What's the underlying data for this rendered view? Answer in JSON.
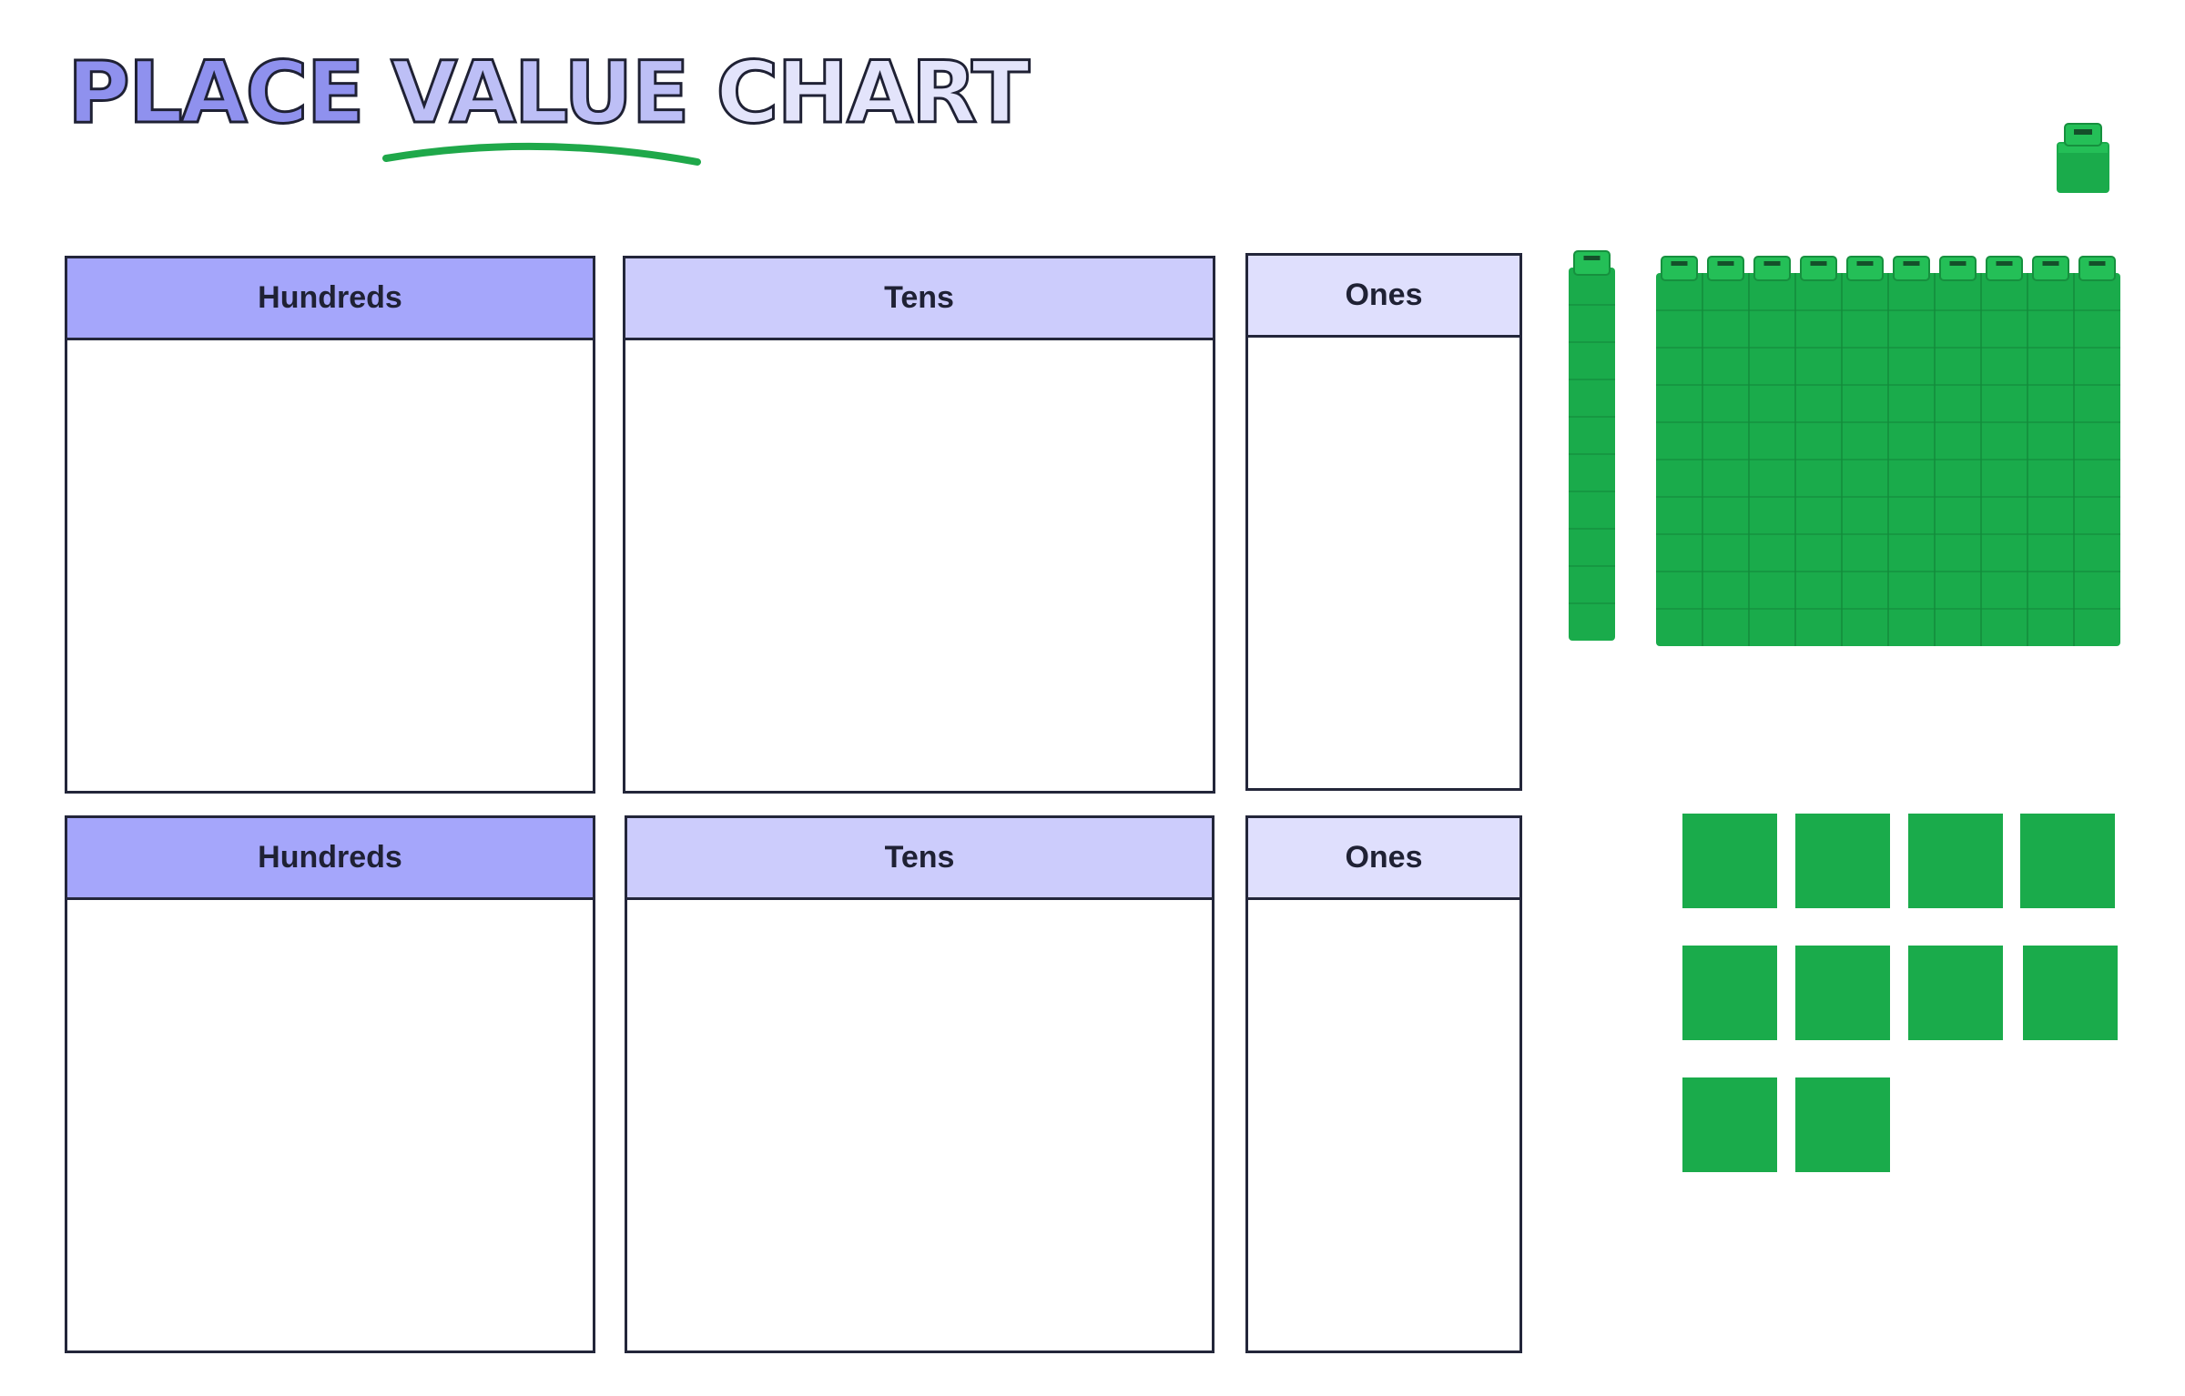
{
  "title": {
    "word1": "PLACE",
    "word2": "VALUE",
    "word3": "CHART"
  },
  "charts": [
    {
      "hundreds_label": "Hundreds",
      "tens_label": "Tens",
      "ones_label": "Ones"
    },
    {
      "hundreds_label": "Hundreds",
      "tens_label": "Tens",
      "ones_label": "Ones"
    }
  ],
  "manipulatives": {
    "single_cube_count": 1,
    "ten_rod_count": 1,
    "hundred_flat_columns": 10,
    "hundred_flat_rows": 10,
    "unit_square_count": 10
  },
  "colors": {
    "hundreds_header": "#a5a6fb",
    "tens_header": "#ccccfc",
    "ones_header": "#dfdffd",
    "block_green": "#1aab4b",
    "underline_green": "#1fa84a",
    "border": "#23263a"
  }
}
